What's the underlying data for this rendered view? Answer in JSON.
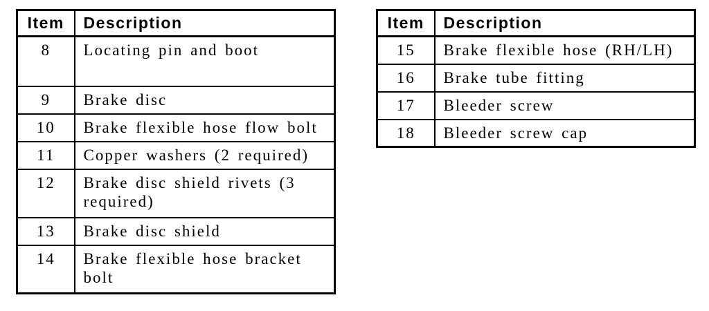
{
  "colors": {
    "background": "#ffffff",
    "border": "#000000",
    "text": "#000000"
  },
  "tables": [
    {
      "name": "left-parts-table",
      "headers": {
        "item": "Item",
        "description": "Description"
      },
      "rows": [
        {
          "item": "8",
          "description": "Locating pin and boot"
        },
        {
          "item": "9",
          "description": "Brake disc"
        },
        {
          "item": "10",
          "description": "Brake flexible hose flow bolt"
        },
        {
          "item": "11",
          "description": "Copper washers (2 required)"
        },
        {
          "item": "12",
          "description": "Brake disc shield rivets (3 required)"
        },
        {
          "item": "13",
          "description": "Brake disc shield"
        },
        {
          "item": "14",
          "description": "Brake flexible hose bracket bolt"
        }
      ]
    },
    {
      "name": "right-parts-table",
      "headers": {
        "item": "Item",
        "description": "Description"
      },
      "rows": [
        {
          "item": "15",
          "description": "Brake flexible hose (RH/LH)"
        },
        {
          "item": "16",
          "description": "Brake tube fitting"
        },
        {
          "item": "17",
          "description": "Bleeder screw"
        },
        {
          "item": "18",
          "description": "Bleeder screw cap"
        }
      ]
    }
  ]
}
